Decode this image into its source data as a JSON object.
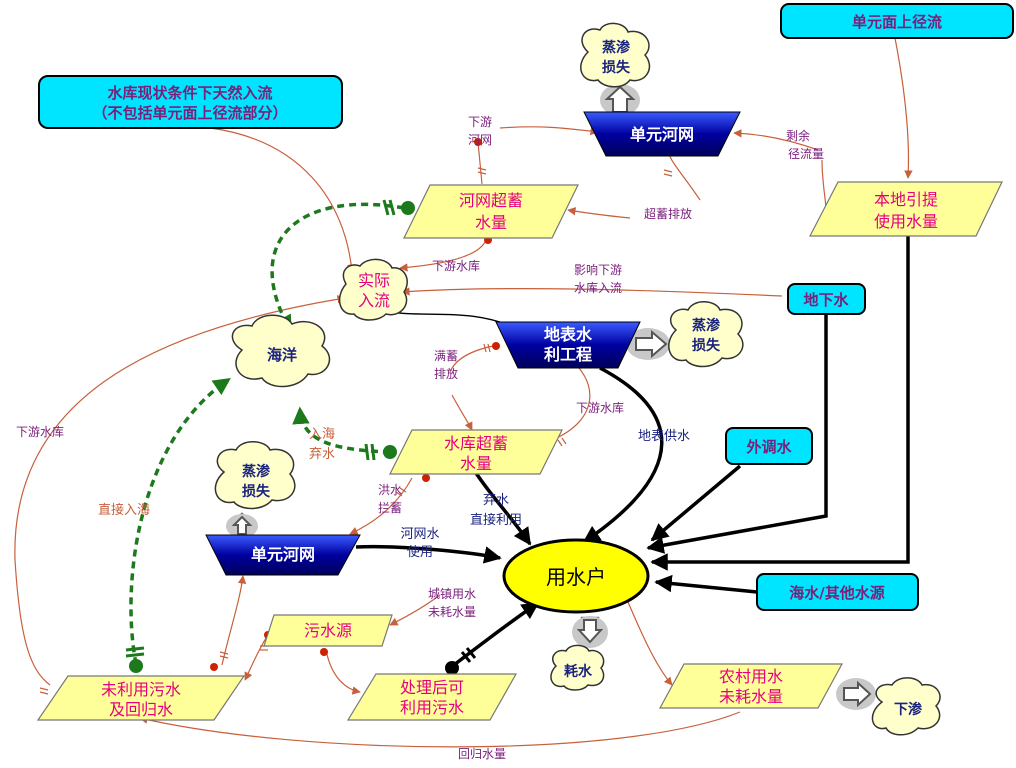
{
  "nodes": {
    "unit_surface_runoff": "单元面上径流",
    "evap_loss_top": [
      "蒸渗",
      "损失"
    ],
    "reservoir_natural_inflow": [
      "水库现状条件下天然入流",
      "（不包括单元面上径流部分）"
    ],
    "unit_river_net_top": "单元河网",
    "river_net_excess_storage": [
      "河网超蓄",
      "水量"
    ],
    "local_lift_use": [
      "本地引提",
      "使用水量"
    ],
    "actual_inflow": [
      "实际",
      "入流"
    ],
    "ocean": "海洋",
    "surface_water_project": [
      "地表水",
      "利工程"
    ],
    "evap_loss_mid": [
      "蒸渗",
      "损失"
    ],
    "groundwater": "地下水",
    "reservoir_excess_storage": [
      "水库超蓄",
      "水量"
    ],
    "external_transfer": "外调水",
    "evap_loss_left": [
      "蒸渗",
      "损失"
    ],
    "unit_river_net_mid": "单元河网",
    "water_user": "用水户",
    "seawater_other": "海水/其他水源",
    "sewage_source": "污水源",
    "consumption": "耗水",
    "unused_sewage_return": [
      "未利用污水",
      "及回归水"
    ],
    "treated_reusable_sewage": [
      "处理后可",
      "利用污水"
    ],
    "rural_nonconsumed": [
      "农村用水",
      "未耗水量"
    ],
    "infiltration": "下渗"
  },
  "edge_labels": {
    "downstream_river_net": [
      "下游",
      "河网"
    ],
    "residual_runoff": [
      "剩余",
      "径流量"
    ],
    "excess_discharge_top": "超蓄排放",
    "downstream_reservoir_1": "下游水库",
    "affect_downstream_reservoir_inflow": [
      "影响下游",
      "水库入流"
    ],
    "full_storage_discharge": [
      "满蓄",
      "排放"
    ],
    "downstream_reservoir_2": "下游水库",
    "surface_supply": "地表供水",
    "downstream_reservoir_left": "下游水库",
    "into_sea_abandon": [
      "入海",
      "弃水"
    ],
    "flood_interception": [
      "洪水",
      "拦蓄"
    ],
    "abandon_direct_use": [
      "弃水",
      "直接利用"
    ],
    "direct_into_sea": "直接入海",
    "river_net_water_use": [
      "河网水",
      "使用"
    ],
    "urban_nonconsumed": [
      "城镇用水",
      "未耗水量"
    ],
    "return_flow": "回归水量"
  },
  "colors": {
    "magenta_text": "#e4007f",
    "purple_text": "#7a1f7a",
    "navy_text": "#1a237e",
    "parallelogram_fill": "#ffff99",
    "cyan_box": "#00e5ff",
    "cloud_fill": "#ffffcc",
    "navy_box": "#00008b",
    "user_fill": "#ffff00",
    "edge_thin": "#c8603c",
    "green_dash": "#2e8b2e",
    "red_dot": "#cc2200"
  }
}
